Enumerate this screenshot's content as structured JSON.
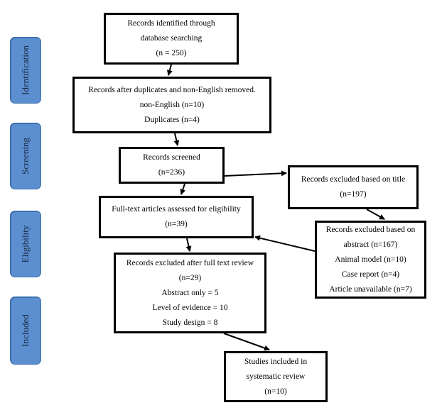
{
  "phases": {
    "identification": "Identification",
    "screening": "Screening",
    "eligibility": "Eligibility",
    "included": "Included"
  },
  "boxes": {
    "identified": [
      "Records identified through",
      "database searching",
      "(n = 250)"
    ],
    "after_duplicates": [
      "Records after duplicates and non-English removed.",
      "non-English (n=10)",
      "Duplicates (n=4)"
    ],
    "screened": [
      "Records screened",
      "(n=236)"
    ],
    "excluded_title": [
      "Records excluded based on title",
      "(n=197)"
    ],
    "fulltext": [
      "Full-text articles assessed for eligibility",
      "(n=39)"
    ],
    "excluded_abstract": [
      "Records excluded based on",
      "abstract (n=167)",
      "Animal model (n=10)",
      "Case report (n=4)",
      "Article unavailable (n=7)"
    ],
    "excluded_fulltext": [
      "Records excluded after full text review",
      "(n=29)",
      "Abstract only = 5",
      "Level of evidence = 10",
      "Study design = 8"
    ],
    "included": [
      "Studies included in",
      "systematic review",
      "(n=10)"
    ]
  },
  "colors": {
    "phase_fill": "#5b8fd0",
    "box_border": "#000000"
  }
}
